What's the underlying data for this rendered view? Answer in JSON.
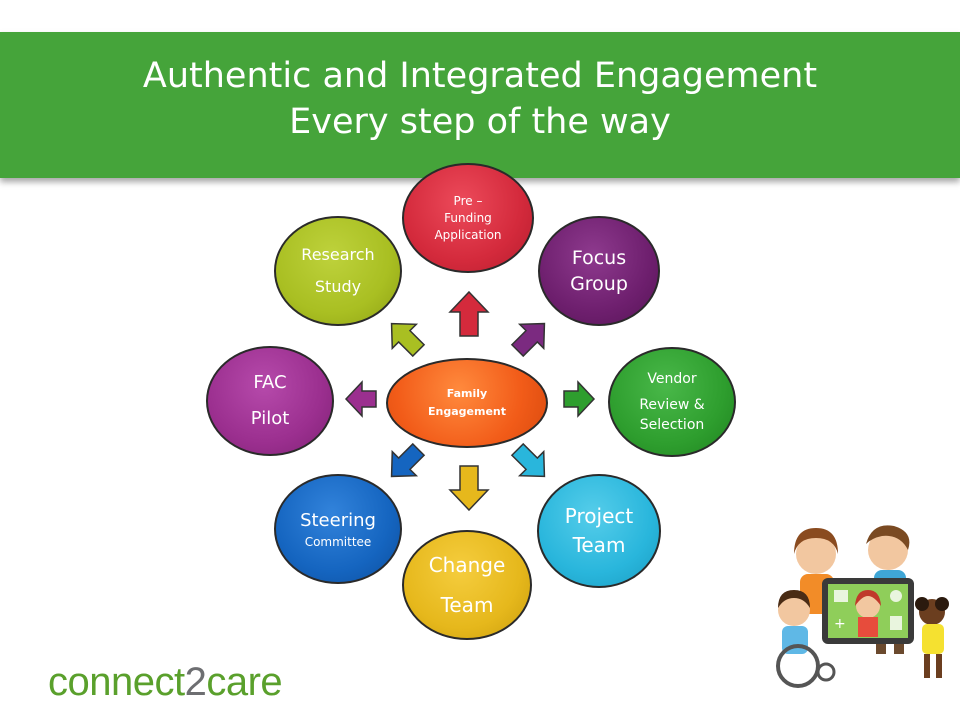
{
  "slide": {
    "title_line1": "Authentic and Integrated Engagement",
    "title_line2": "Every step of the way"
  },
  "diagram": {
    "center": {
      "line1": "Family",
      "line2": "Engagement",
      "color": "#f25c19"
    },
    "nodes": [
      {
        "id": "pre-funding",
        "lines": [
          "Pre –",
          "Funding",
          "Application"
        ],
        "color": "#d42a3c"
      },
      {
        "id": "focus-group",
        "lines": [
          "Focus",
          "Group"
        ],
        "color": "#6e1f6e"
      },
      {
        "id": "vendor",
        "lines": [
          "Vendor",
          "Review &",
          "Selection"
        ],
        "color": "#2e9e2e"
      },
      {
        "id": "project-team",
        "lines": [
          "Project",
          "Team"
        ],
        "color": "#29b6dc"
      },
      {
        "id": "change-team",
        "lines": [
          "Change",
          "Team"
        ],
        "color": "#e6b81c"
      },
      {
        "id": "steering",
        "lines": [
          "Steering",
          "Committee"
        ],
        "color": "#1565c0"
      },
      {
        "id": "fac-pilot",
        "lines": [
          "FAC",
          "Pilot"
        ],
        "color": "#9b2f8f"
      },
      {
        "id": "research",
        "lines": [
          "Research",
          "Study"
        ],
        "color": "#a9bf22"
      }
    ]
  },
  "logo": {
    "part1": "connect",
    "part2": "2",
    "part3": "care"
  },
  "colors": {
    "banner": "#45a43a",
    "logo_green": "#5aa02c",
    "logo_gray": "#6d6e71"
  }
}
